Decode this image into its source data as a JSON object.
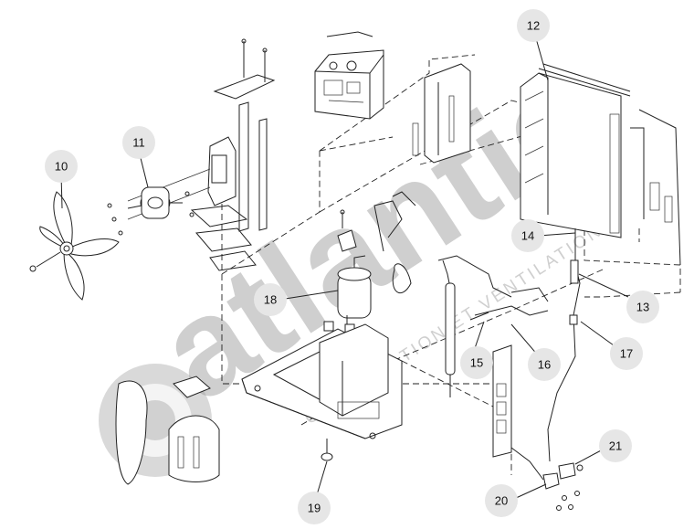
{
  "watermark": {
    "brand": "atlantic",
    "tagline": "CLIMATISATION ET VENTILATION"
  },
  "callouts": [
    {
      "id": "10",
      "label": "10"
    },
    {
      "id": "11",
      "label": "11"
    },
    {
      "id": "12",
      "label": "12"
    },
    {
      "id": "13",
      "label": "13"
    },
    {
      "id": "14",
      "label": "14"
    },
    {
      "id": "15",
      "label": "15"
    },
    {
      "id": "16",
      "label": "16"
    },
    {
      "id": "17",
      "label": "17"
    },
    {
      "id": "18",
      "label": "18"
    },
    {
      "id": "19",
      "label": "19"
    },
    {
      "id": "20",
      "label": "20"
    },
    {
      "id": "21",
      "label": "21"
    }
  ]
}
